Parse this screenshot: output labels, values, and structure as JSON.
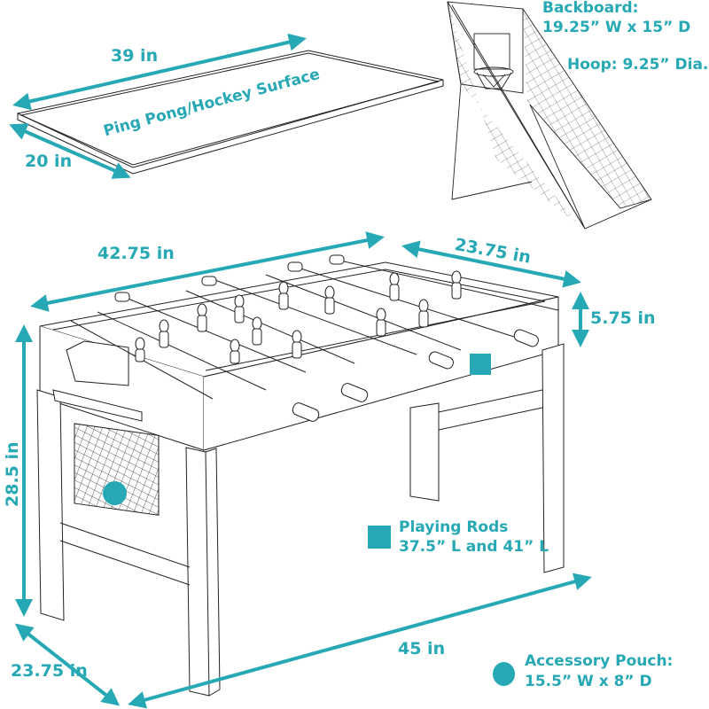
{
  "colors": {
    "accent": "#26a9b5",
    "line": "#1a1a1a",
    "background": "#ffffff"
  },
  "top_board": {
    "surface_label": "Ping Pong/Hockey Surface",
    "length": "39 in",
    "width": "20 in"
  },
  "basketball": {
    "backboard_title": "Backboard:",
    "backboard_size": "19.25” W x 15” D",
    "hoop": "Hoop: 9.25” Dia."
  },
  "foosball_table": {
    "top_length": "42.75 in",
    "top_width": "23.75 in",
    "box_height": "5.75 in",
    "table_height": "28.5 in",
    "base_length": "45 in",
    "base_width": "23.75 in"
  },
  "legend": {
    "rods_title": "Playing Rods",
    "rods_size": "37.5” L and 41” L",
    "pouch_title": "Accessory Pouch:",
    "pouch_size": "15.5” W x 8” D"
  }
}
